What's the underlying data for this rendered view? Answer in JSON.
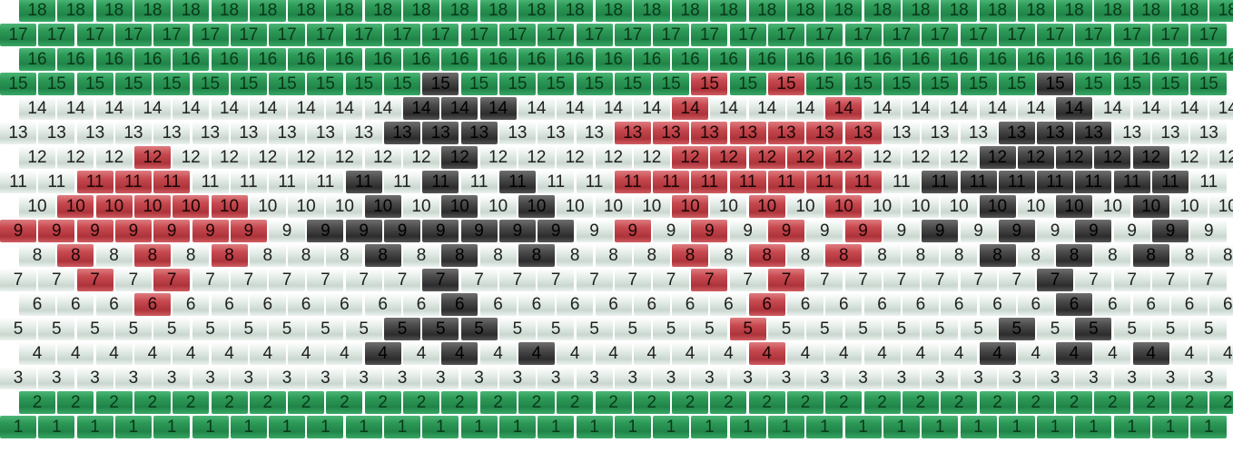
{
  "pattern": {
    "columns": 32,
    "rows": [
      "1",
      "2",
      "3",
      "4",
      "5",
      "6",
      "7",
      "8",
      "9",
      "10",
      "11",
      "12",
      "13",
      "14",
      "15",
      "16",
      "17",
      "18"
    ],
    "colors": {
      "g": "#2e9a58",
      "w": "#eef3f0",
      "r": "#c6494f",
      "k": "#3c3c3c"
    },
    "highlights": {
      "r": {
        "9": [
          0,
          2,
          4,
          6
        ],
        "10": [
          1,
          3,
          5
        ],
        "11": [
          2,
          4
        ],
        "12": [
          3
        ],
        "7": [
          2,
          4
        ],
        "8": [
          1,
          3,
          5
        ],
        "6": [
          3
        ]
      },
      "k": {
        "9": [
          8,
          10,
          12,
          14
        ],
        "10": [
          9,
          11,
          13
        ],
        "11": [
          9,
          13
        ],
        "12": [
          11
        ],
        "13": [
          10,
          12
        ],
        "14": [
          11
        ],
        "8": [
          9,
          11,
          13
        ],
        "6": [
          11
        ],
        "5": [
          10,
          12
        ],
        "4": [
          9,
          11,
          13
        ]
      }
    }
  }
}
